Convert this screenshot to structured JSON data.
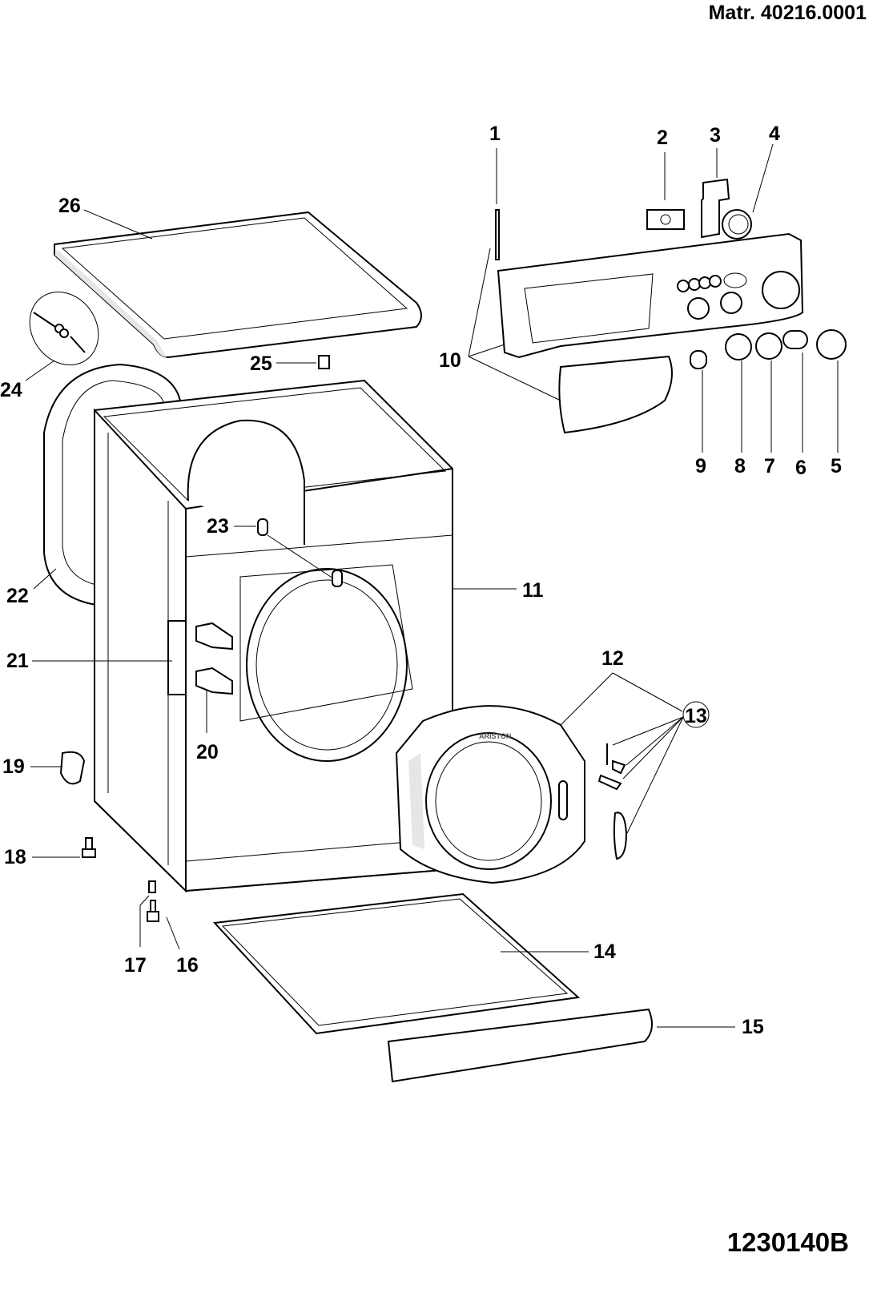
{
  "header": {
    "material_number": "Matr. 40216.0001"
  },
  "footer": {
    "drawing_code": "1230140B"
  },
  "door_brand": "ARISTON",
  "callouts": [
    {
      "id": "1",
      "label": "1"
    },
    {
      "id": "2",
      "label": "2"
    },
    {
      "id": "3",
      "label": "3"
    },
    {
      "id": "4",
      "label": "4"
    },
    {
      "id": "5",
      "label": "5"
    },
    {
      "id": "6",
      "label": "6"
    },
    {
      "id": "7",
      "label": "7"
    },
    {
      "id": "8",
      "label": "8"
    },
    {
      "id": "9",
      "label": "9"
    },
    {
      "id": "10",
      "label": "10"
    },
    {
      "id": "11",
      "label": "11"
    },
    {
      "id": "12",
      "label": "12"
    },
    {
      "id": "13",
      "label": "13"
    },
    {
      "id": "14",
      "label": "14"
    },
    {
      "id": "15",
      "label": "15"
    },
    {
      "id": "16",
      "label": "16"
    },
    {
      "id": "17",
      "label": "17"
    },
    {
      "id": "18",
      "label": "18"
    },
    {
      "id": "19",
      "label": "19"
    },
    {
      "id": "20",
      "label": "20"
    },
    {
      "id": "21",
      "label": "21"
    },
    {
      "id": "22",
      "label": "22"
    },
    {
      "id": "23",
      "label": "23"
    },
    {
      "id": "24",
      "label": "24"
    },
    {
      "id": "25",
      "label": "25"
    },
    {
      "id": "26",
      "label": "26"
    }
  ]
}
